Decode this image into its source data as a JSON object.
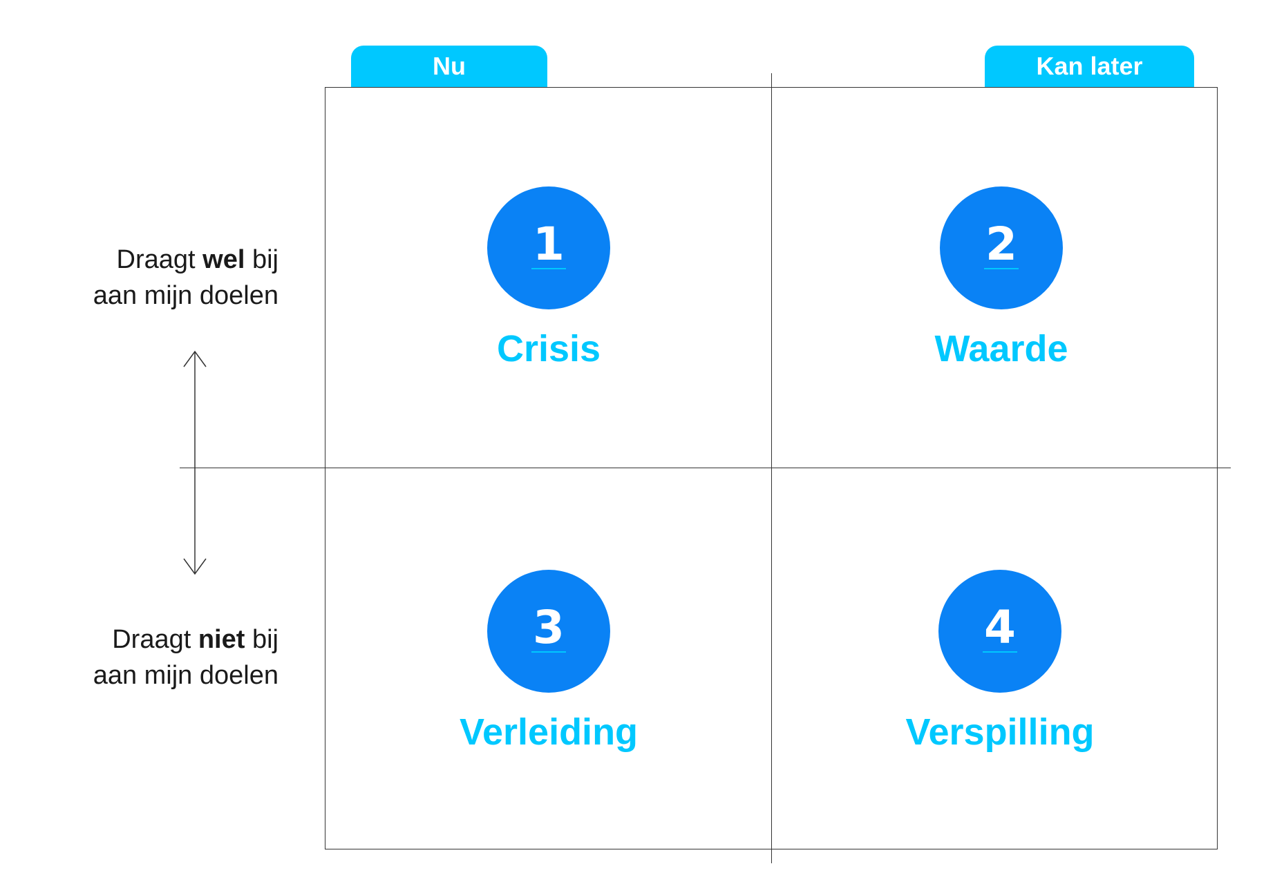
{
  "columns": {
    "left": "Nu",
    "right": "Kan later"
  },
  "rows": {
    "top": {
      "prefix": "Draagt",
      "emphasis": "wel",
      "suffix": "bij",
      "line2": "aan mijn doelen"
    },
    "bottom": {
      "prefix": "Draagt",
      "emphasis": "niet",
      "suffix": "bij",
      "line2": "aan mijn doelen"
    }
  },
  "quadrants": [
    {
      "number": "1",
      "label": "Crisis"
    },
    {
      "number": "2",
      "label": "Waarde"
    },
    {
      "number": "3",
      "label": "Verleiding"
    },
    {
      "number": "4",
      "label": "Verspilling"
    }
  ],
  "colors": {
    "tab": "#00c8ff",
    "badge": "#0a82f5",
    "label": "#00c8ff",
    "lines": "#333333"
  }
}
